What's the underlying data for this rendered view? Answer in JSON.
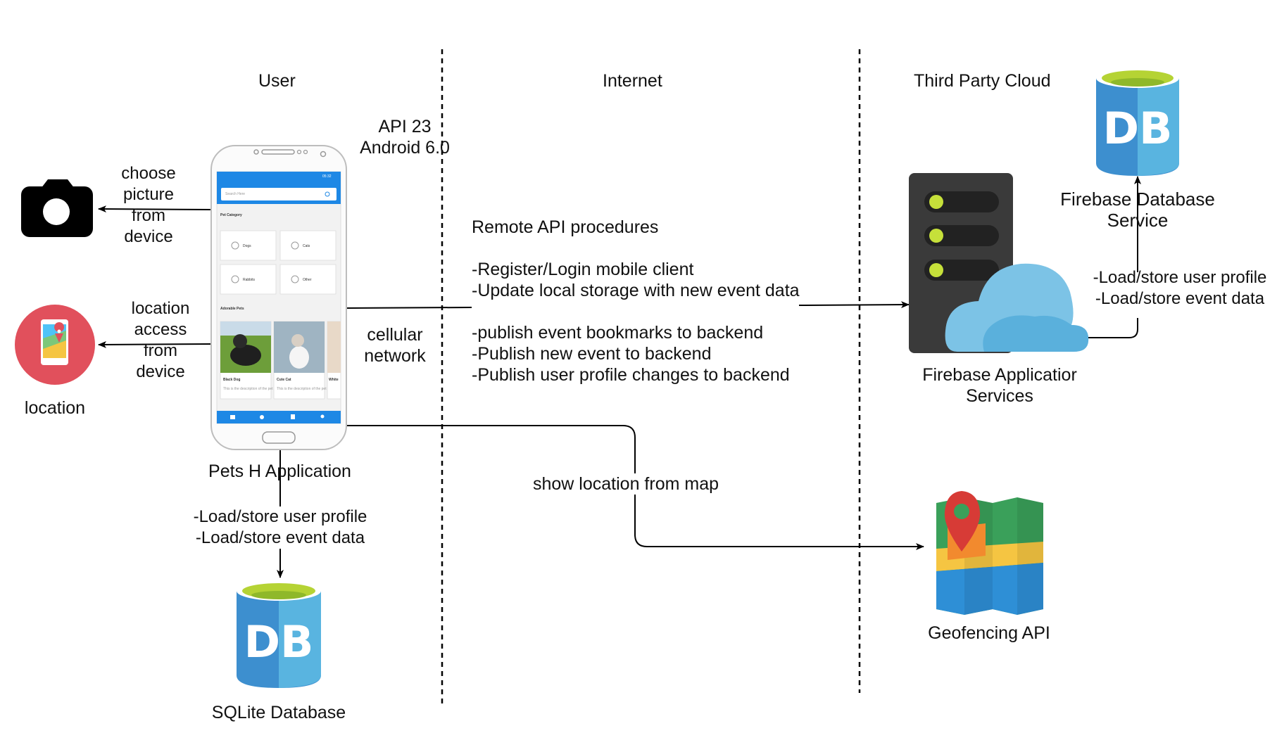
{
  "columns": {
    "user": "User",
    "internet": "Internet",
    "third_party": "Third Party Cloud"
  },
  "api_info": {
    "line1": "API 23",
    "line2": "Android 6.0"
  },
  "camera": {
    "label_lines": [
      "choose",
      "picture",
      "from",
      "device"
    ],
    "icon": "camera-icon"
  },
  "location": {
    "label_lines": [
      "location",
      "access",
      "from",
      "device"
    ],
    "caption": "location",
    "icon": "location-phone-icon",
    "color": "#e1505c"
  },
  "network": {
    "lines": [
      "cellular",
      "network"
    ]
  },
  "phone": {
    "app_name": "Pets H Application",
    "status_time": "05:32",
    "search_placeholder": "Search Here",
    "section_category": "Pet Category",
    "categories": [
      "Dogs",
      "Cats",
      "Rabbits",
      "Other"
    ],
    "section_adoptable": "Adorable Pets",
    "pets": [
      {
        "name": "Black Dog",
        "desc": "This is the description of the pet"
      },
      {
        "name": "Cute Cat",
        "desc": "This is the description of the pet"
      },
      {
        "name": "White",
        "desc": "This is the p"
      }
    ],
    "accent": "#1e88e5"
  },
  "remote_api": {
    "title": "Remote API procedures",
    "group1": [
      "-Register/Login mobile client",
      "-Update local storage with new event data"
    ],
    "group2": [
      "-publish event bookmarks to backend",
      "-Publish new event to backend",
      "-Publish user profile changes to backend"
    ]
  },
  "firebase_services": {
    "lines": [
      "Firebase Applicatior",
      "Services"
    ],
    "icon": "server-cloud-icon"
  },
  "firebase_db": {
    "lines": [
      "Firebase Database",
      "Service"
    ],
    "db_text": "DB",
    "ops": [
      "-Load/store user profile",
      "-Load/store event data"
    ]
  },
  "local_ops": [
    "-Load/store user profile",
    "-Load/store event data"
  ],
  "sqlite": {
    "label": "SQLite Database",
    "db_text": "DB"
  },
  "map_link": {
    "label": "show location from map"
  },
  "geofencing": {
    "label": "Geofencing API",
    "icon": "map-icon"
  },
  "colors": {
    "db_blue": "#3d8fcf",
    "db_blue_light": "#59b4e0",
    "db_top": "#b5d334",
    "server": "#3a3a3a",
    "led": "#c6e03a",
    "cloud": "#6fc0e6"
  }
}
